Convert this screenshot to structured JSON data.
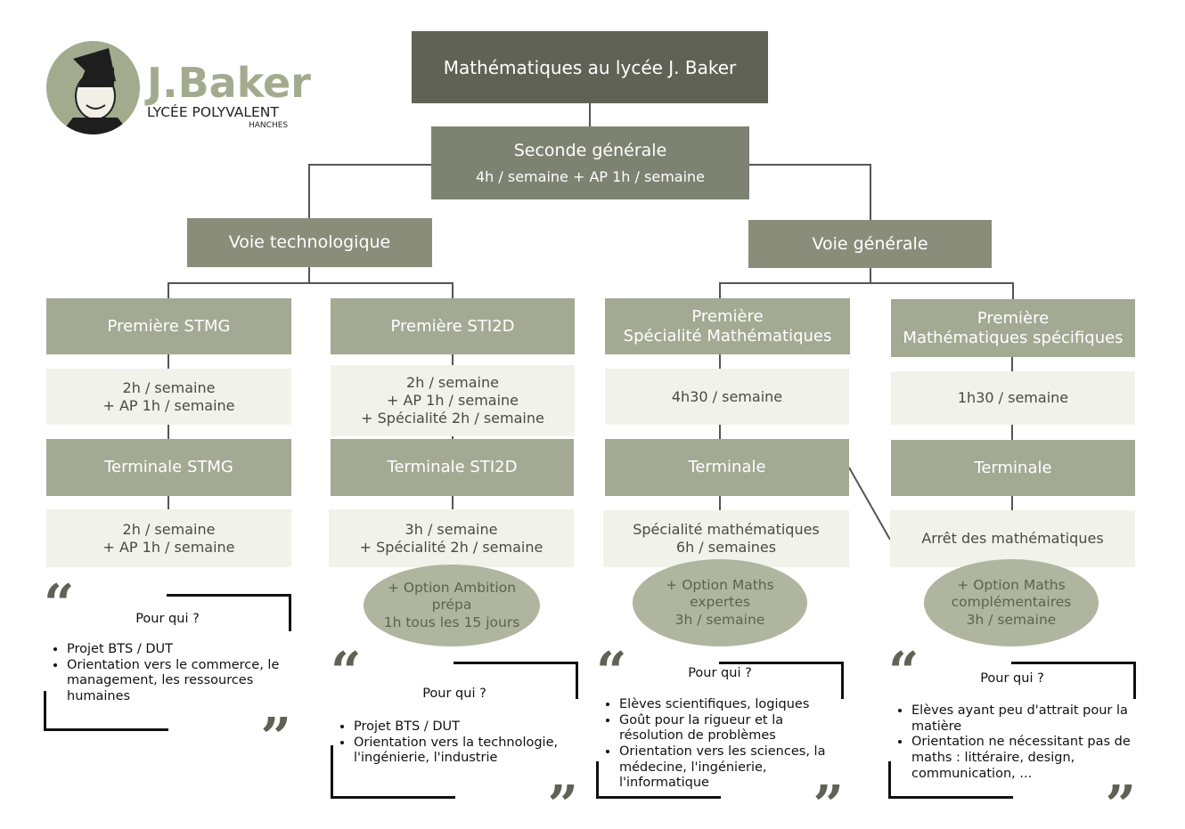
{
  "logo": {
    "name": "J.Baker",
    "subtitle": "LYCÉE POLYVALENT",
    "city": "HANCHES"
  },
  "title": "Mathématiques au lycée J. Baker",
  "seconde": {
    "label": "Seconde générale",
    "hours": "4h / semaine + AP 1h / semaine"
  },
  "voies": {
    "techno": "Voie technologique",
    "generale": "Voie générale"
  },
  "columns": [
    {
      "premiere": [
        "Première STMG"
      ],
      "hours1": [
        "2h / semaine",
        "+ AP 1h / semaine"
      ],
      "terminale": "Terminale STMG",
      "hours2": [
        "2h / semaine",
        "+ AP 1h / semaine"
      ],
      "quote": {
        "title": "Pour qui ?",
        "items": [
          "Projet BTS / DUT",
          "Orientation vers le commerce, le management, les ressources humaines"
        ]
      }
    },
    {
      "premiere": [
        "Première STI2D"
      ],
      "hours1": [
        "2h / semaine",
        "+ AP 1h / semaine",
        "+ Spécialité 2h / semaine"
      ],
      "terminale": "Terminale STI2D",
      "hours2": [
        "3h / semaine",
        "+ Spécialité 2h / semaine"
      ],
      "option": [
        "+ Option Ambition",
        "prépa",
        "1h tous les 15 jours"
      ],
      "quote": {
        "title": "Pour qui ?",
        "items": [
          "Projet BTS / DUT",
          "Orientation vers la technologie, l'ingénierie, l'industrie"
        ]
      }
    },
    {
      "premiere": [
        "Première",
        "Spécialité Mathématiques"
      ],
      "hours1": [
        "4h30 / semaine"
      ],
      "terminale": "Terminale",
      "hours2": [
        "Spécialité mathématiques",
        "6h / semaines"
      ],
      "option": [
        "+ Option Maths",
        "expertes",
        "3h / semaine"
      ],
      "quote": {
        "title": "Pour qui ?",
        "items": [
          "Elèves scientifiques, logiques",
          "Goût pour la rigueur et la résolution de problèmes",
          "Orientation vers les sciences, la médecine, l'ingénierie, l'informatique"
        ]
      }
    },
    {
      "premiere": [
        "Première",
        "Mathématiques spécifiques"
      ],
      "hours1": [
        "1h30 / semaine"
      ],
      "terminale": "Terminale",
      "hours2": [
        "Arrêt des mathématiques"
      ],
      "option": [
        "+ Option Maths",
        "complémentaires",
        "3h / semaine"
      ],
      "quote": {
        "title": "Pour qui ?",
        "items": [
          "Elèves ayant peu d'attrait pour la matière",
          "Orientation ne nécessitant pas de maths : littéraire, design, communication, ..."
        ]
      }
    }
  ],
  "quote_marks": {
    "open": "“",
    "close": "”"
  }
}
